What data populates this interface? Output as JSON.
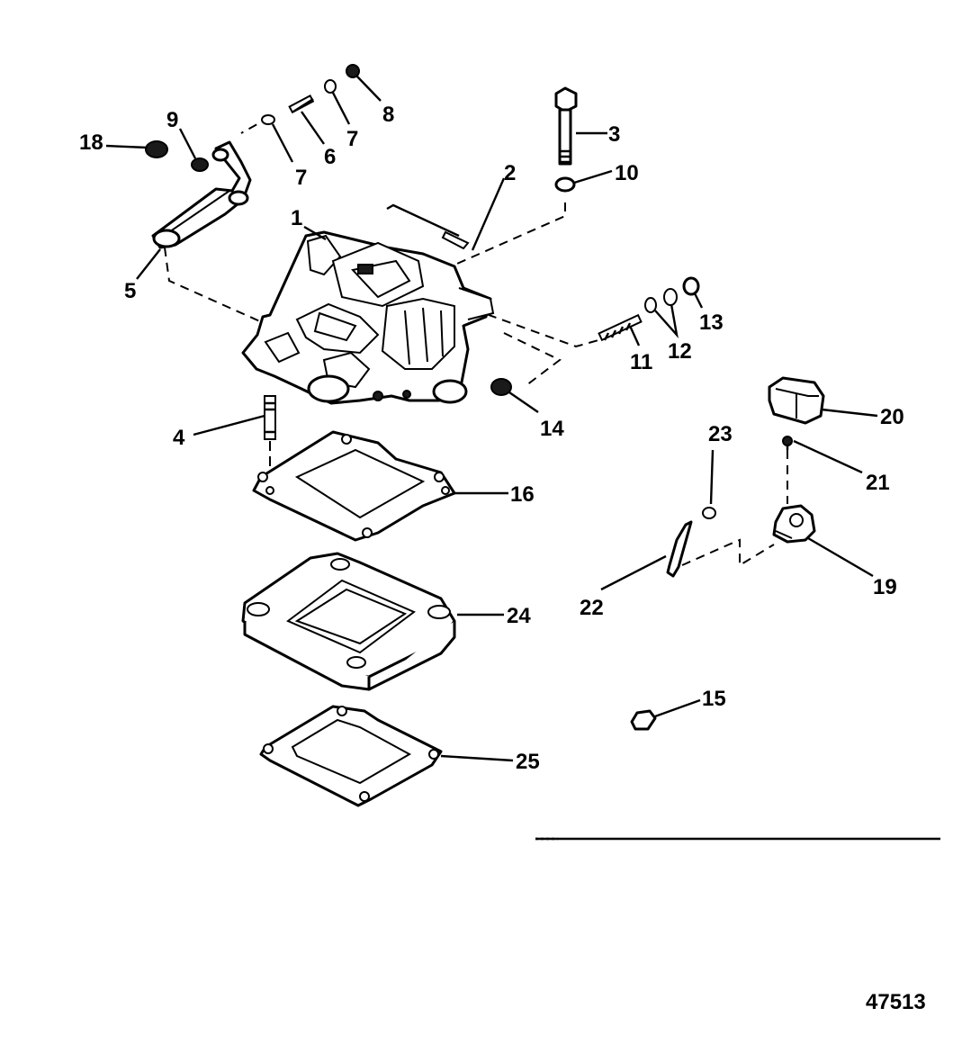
{
  "figure_number": "47513",
  "callouts": [
    {
      "id": "c1",
      "label": "1"
    },
    {
      "id": "c2",
      "label": "2"
    },
    {
      "id": "c3",
      "label": "3"
    },
    {
      "id": "c4",
      "label": "4"
    },
    {
      "id": "c5",
      "label": "5"
    },
    {
      "id": "c6",
      "label": "6"
    },
    {
      "id": "c7a",
      "label": "7"
    },
    {
      "id": "c7b",
      "label": "7"
    },
    {
      "id": "c8",
      "label": "8"
    },
    {
      "id": "c9",
      "label": "9"
    },
    {
      "id": "c10",
      "label": "10"
    },
    {
      "id": "c11",
      "label": "11"
    },
    {
      "id": "c12",
      "label": "12"
    },
    {
      "id": "c13",
      "label": "13"
    },
    {
      "id": "c14",
      "label": "14"
    },
    {
      "id": "c15",
      "label": "15"
    },
    {
      "id": "c16",
      "label": "16"
    },
    {
      "id": "c18",
      "label": "18"
    },
    {
      "id": "c19",
      "label": "19"
    },
    {
      "id": "c20",
      "label": "20"
    },
    {
      "id": "c21",
      "label": "21"
    },
    {
      "id": "c22",
      "label": "22"
    },
    {
      "id": "c23",
      "label": "23"
    },
    {
      "id": "c24",
      "label": "24"
    },
    {
      "id": "c25",
      "label": "25"
    }
  ]
}
